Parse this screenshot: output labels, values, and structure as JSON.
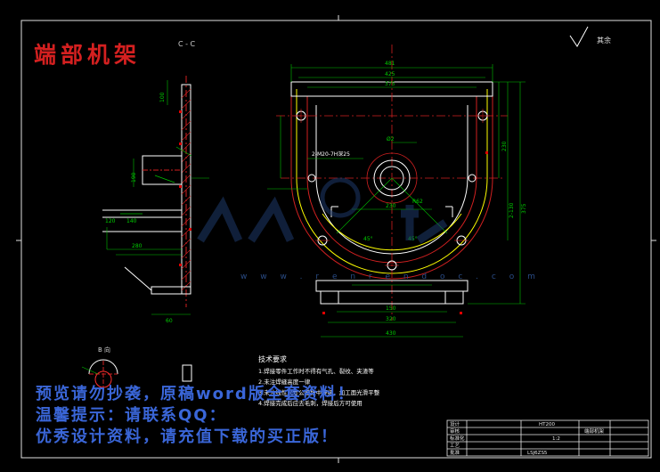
{
  "title": "端部机架",
  "section_label": "C - C",
  "roughness_label": "其余",
  "view_label_b": "B 向",
  "tech_requirements": {
    "title": "技术要求",
    "notes": [
      "1.焊接零件工作时不得有气孔、裂纹、夹渣等",
      "2.未注焊缝高度一律",
      "3.未注线性尺寸公差按中等级，加工面光滑平整",
      "4.焊接完成后应去毛刺，焊接后方可使用"
    ]
  },
  "watermark": {
    "lines": [
      "预览请勿抄袭，原稿word版全套资料！",
      "温馨提示：请联系QQ：",
      "优秀设计资料，请充值下载的买正版！"
    ],
    "site": "w w w . r e n r e n d o c . c o m"
  },
  "title_block": {
    "material": "HT200",
    "part_name": "端部机架",
    "scale": "1:2",
    "drawing_no": "LSJ6ZS5",
    "labels": [
      "设计",
      "审核",
      "标准化",
      "工艺",
      "批准"
    ]
  },
  "dimensions": {
    "top_overall": "481",
    "top_inner": "425",
    "top_base": "375",
    "right_total": "375",
    "right_upper": "230",
    "right_lower": "2-130",
    "bottom_1": "150",
    "bottom_2": "320",
    "bottom_3": "430",
    "circle_dia": "Ø2",
    "hole_spec": "2-M20-7H深25",
    "angle_1": "45°",
    "angle_2": "45°",
    "radius": "R62",
    "center_dim": "230",
    "left_a": "280",
    "left_b": "140",
    "left_c": "120",
    "left_d": "190",
    "left_e": "60",
    "left_f": "100"
  }
}
